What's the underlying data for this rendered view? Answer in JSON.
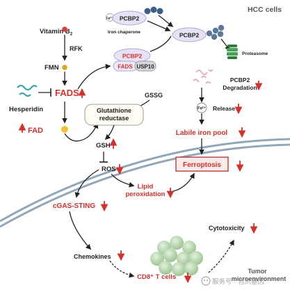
{
  "header": {
    "title": "HCC cells"
  },
  "nodes": {
    "vitamin_b2_main": "Vitamin B",
    "vitamin_b2_sub": "2",
    "rfk": "RFK",
    "fmn": "FMN",
    "fads": "FADS",
    "hesperidin": "Hesperidin",
    "fad": "FAD",
    "pcbp2": "PCBP2",
    "fads_small": "FADS",
    "usp10": "USP10",
    "iron_chaperone": "Iron chaperone",
    "fe3_top": "Fe³⁺",
    "proteasome": "Proteasome",
    "pcbp2_degradation_1": "PCBP2",
    "pcbp2_degradation_2": "Degradation",
    "fe2_release_ion": "Fe²⁺",
    "release": "Release",
    "labile_iron_pool": "Labile iron pool",
    "ferroptosis": "Ferroptosis",
    "gssg": "GSSG",
    "glutathione_reductase_1": "Glutathione",
    "glutathione_reductase_2": "reductase",
    "gsh": "GSH",
    "ros": "ROS",
    "lipid_peroxidation_1": "Lipid",
    "lipid_peroxidation_2": "peroxidation",
    "cgas_sting": "cGAS-STING",
    "chemokines": "Chemokines",
    "cd8_t_cells": "CD8⁺ T cells",
    "cytotoxicity": "Cytotoxicity",
    "tumor_1": "Tumor",
    "tumor_2": "microenvironment",
    "watermark": "服务号 · 吉凯基因"
  },
  "colors": {
    "red": "#d4312b",
    "pcbp2_fill": "#e7e2f4",
    "pcbp2_stroke": "#b2a6d6",
    "cell_green": "#bcd8b4",
    "iron_dot": "#5b7a98",
    "vitamin_dot": "#d9433b",
    "fmn_dot": "#e3a21a",
    "fad_dot": "#f2c230",
    "membrane": "#93a7b9"
  }
}
